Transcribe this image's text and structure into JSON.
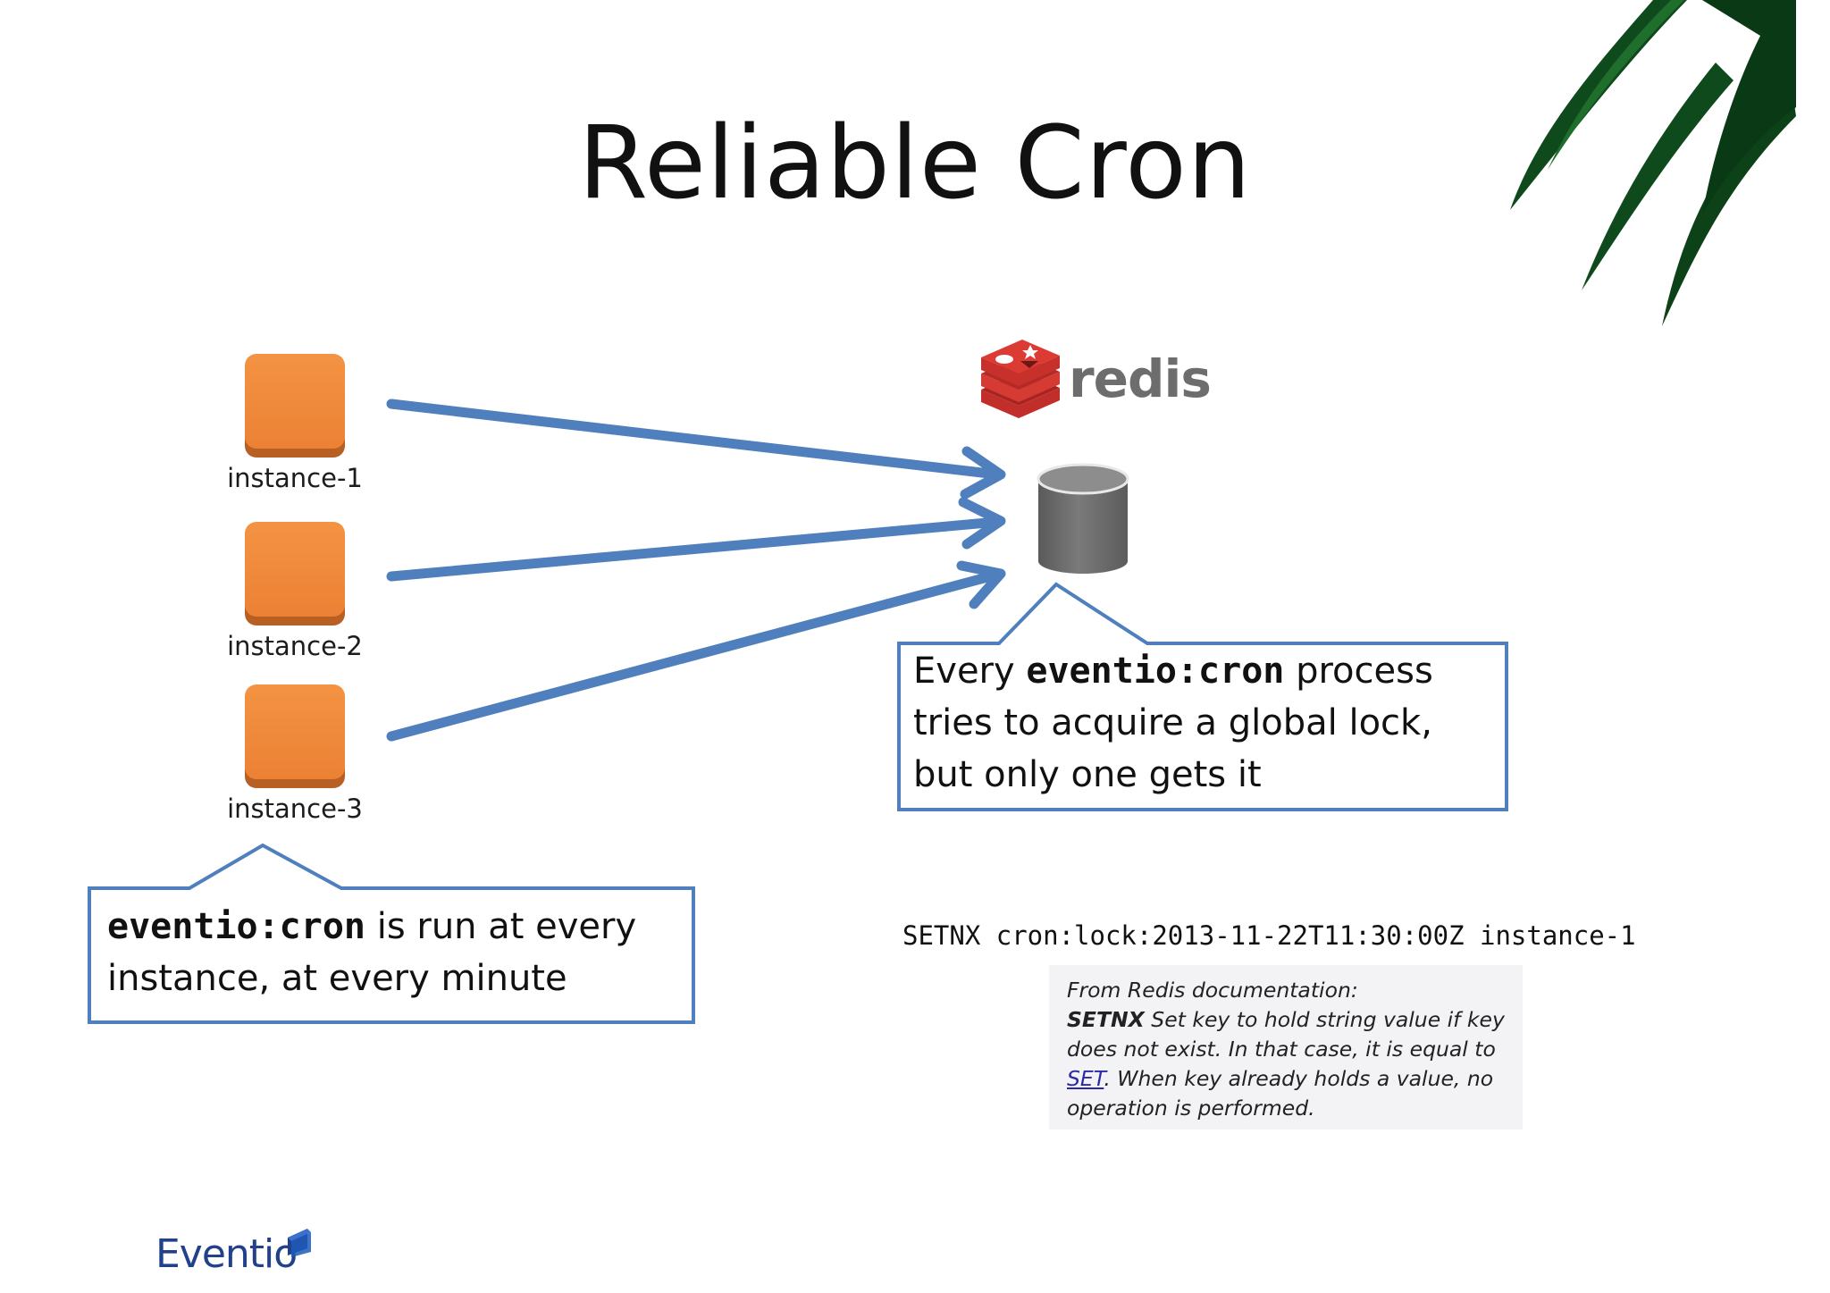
{
  "slide": {
    "title": "Reliable Cron",
    "instances": [
      "instance-1",
      "instance-2",
      "instance-3"
    ],
    "redis_logo_text": "redis",
    "lock_callout": {
      "prefix": "Every",
      "code": "eventio:cron",
      "line1_rest": "process",
      "line2": "tries to acquire a global lock,",
      "line3": "but only one gets it"
    },
    "cron_callout": {
      "code": "eventio:cron",
      "line1_rest": "is run at every",
      "line2": "instance, at every minute"
    },
    "command": "SETNX cron:lock:2013-11-22T11:30:00Z instance-1",
    "doc_note": {
      "heading": "From Redis documentation:",
      "keyword": "SETNX",
      "text1": "Set key to hold string value if key does not exist. In that case, it is equal to",
      "link": "SET",
      "text2": ". When key already holds a value, no operation is performed."
    },
    "footer_logo_text": "Eventio",
    "colors": {
      "instance_orange": "#f08a3c",
      "arrow_blue": "#4f7fbd",
      "callout_border": "#4f7fbd",
      "redis_red": "#c9302c",
      "database_gray": "#6b6b6b",
      "logo_blue": "#22418c"
    },
    "icons": [
      "instance-cube-icon",
      "redis-logo-icon",
      "database-cylinder-icon",
      "palm-leaves-decoration",
      "eventio-logo-icon"
    ]
  }
}
